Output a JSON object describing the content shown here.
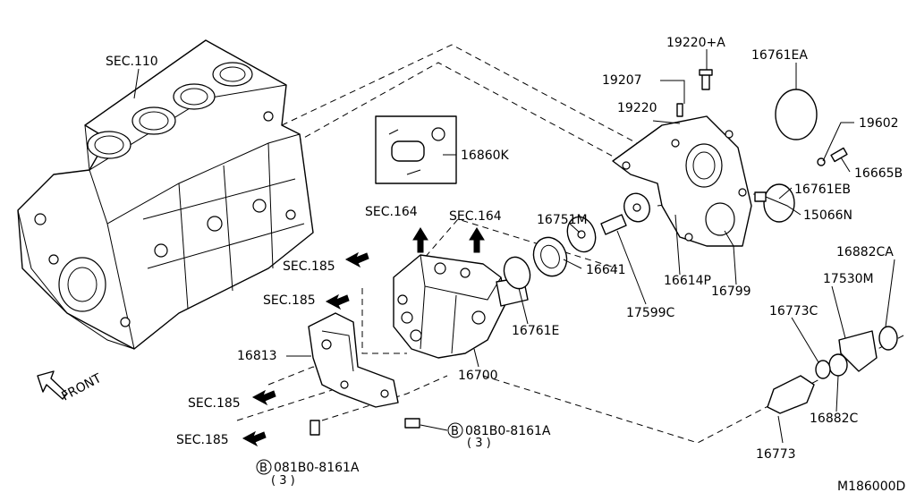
{
  "labels": {
    "sec110": "SEC.110",
    "sec164_a": "SEC.164",
    "sec164_b": "SEC.164",
    "sec185_a": "SEC.185",
    "sec185_b": "SEC.185",
    "sec185_c": "SEC.185",
    "sec185_d": "SEC.185",
    "p16860k": "16860K",
    "p19220a": "19220+A",
    "p16761ea": "16761EA",
    "p19207": "19207",
    "p19220": "19220",
    "p19602": "19602",
    "p16665b": "16665B",
    "p16761eb": "16761EB",
    "p15066n": "15066N",
    "p16751m": "16751M",
    "p16641": "16641",
    "p16614p": "16614P",
    "p16799": "16799",
    "p16882ca": "16882CA",
    "p17530m": "17530M",
    "p17599c": "17599C",
    "p16773c": "16773C",
    "p16761e": "16761E",
    "p16813": "16813",
    "p16700": "16700",
    "p16882c": "16882C",
    "p16773": "16773",
    "front": "FRONT",
    "bolt_right_code": "081B0-8161A",
    "bolt_right_qty": "( 3 )",
    "bolt_left_code": "081B0-8161A",
    "bolt_left_qty": "( 3 )",
    "bolt_symbol": "B",
    "diagram_code": "M186000D"
  }
}
